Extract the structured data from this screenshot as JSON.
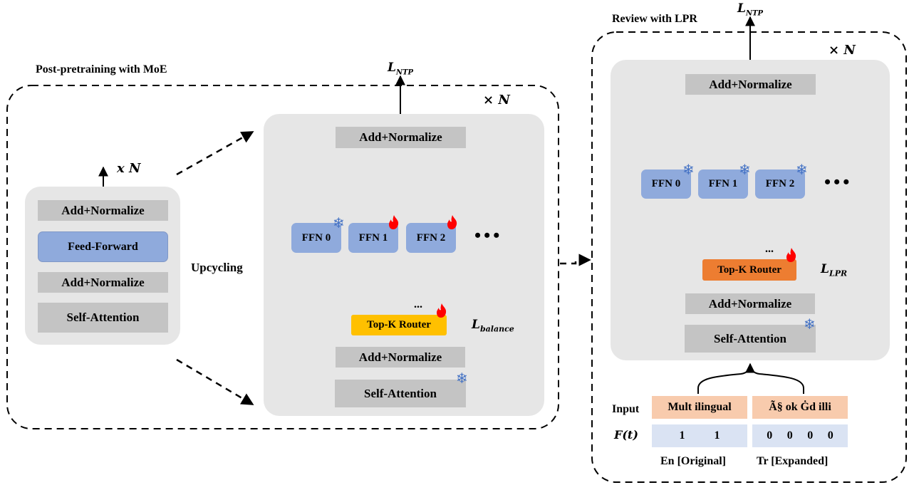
{
  "titles": {
    "left_section": "Post-pretraining with MoE",
    "right_section": "Review with LPR"
  },
  "dense_block": {
    "layers": [
      "Add+Normalize",
      "Feed-Forward",
      "Add+Normalize",
      "Self-Attention"
    ],
    "repeat": "x N"
  },
  "upcycling_label": "Upcycling",
  "moe_block": {
    "repeat": "× N",
    "loss_top": "L",
    "loss_top_sub": "NTP",
    "add_norm_top": "Add+Normalize",
    "experts": [
      "FFN 0",
      "FFN 1",
      "FFN 2"
    ],
    "more": "•••",
    "router": "Top-K Router",
    "router_loss": "L",
    "router_loss_sub": "balance",
    "router_dots": "...",
    "add_norm_bottom": "Add+Normalize",
    "self_attention": "Self-Attention"
  },
  "lpr_block": {
    "repeat": "× N",
    "loss_top": "L",
    "loss_top_sub": "NTP",
    "add_norm_top": "Add+Normalize",
    "experts": [
      "FFN 0",
      "FFN 1",
      "FFN 2"
    ],
    "more": "•••",
    "router": "Top-K Router",
    "router_loss": "L",
    "router_loss_sub": "LPR",
    "router_dots": "...",
    "add_norm_bottom": "Add+Normalize",
    "self_attention": "Self-Attention"
  },
  "input_row": {
    "label": "Input",
    "original_tokens": "Mult ilingual",
    "expanded_tokens": "Ã§ ok Ġd illi",
    "f_label": "F(t)",
    "original_values": [
      "1",
      "1"
    ],
    "expanded_values": [
      "0",
      "0",
      "0",
      "0"
    ],
    "original_caption": "En [Original]",
    "expanded_caption": "Tr [Expanded]"
  },
  "colors": {
    "panel": "#e6e6e6",
    "layer_gray": "#c4c4c4",
    "expert_blue": "#8faadc",
    "router_yellow": "#ffc000",
    "router_orange": "#ed7d31",
    "token_peach": "#f8cbad",
    "value_pale_blue": "#dae3f3",
    "frozen_icon": "#4472c4",
    "trainable_icon": "#ff0000"
  },
  "icons": {
    "frozen": "snowflake-icon",
    "trainable": "flame-icon"
  }
}
